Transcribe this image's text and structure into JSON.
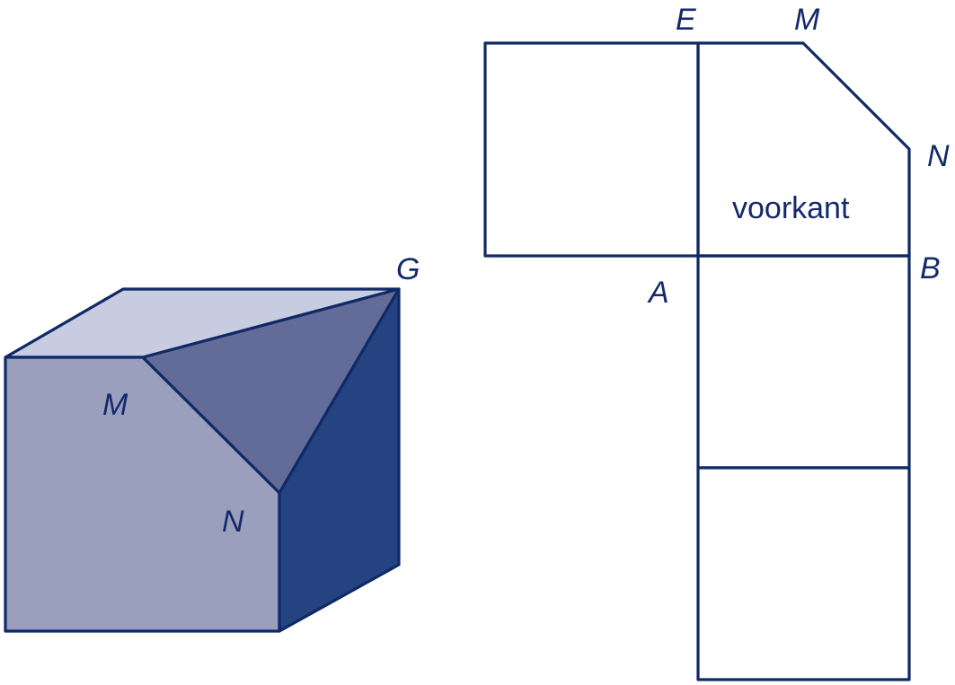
{
  "colors": {
    "line": "#0f2a66",
    "text": "#14296b",
    "top_face": "#c8cce0",
    "front_face": "#9a9fbe",
    "cut_face": "#636b98",
    "side_face": "#254381"
  },
  "solid": {
    "labels": {
      "G": "G",
      "M": "M",
      "N": "N"
    }
  },
  "net": {
    "labels": {
      "E": "E",
      "M": "M",
      "N": "N",
      "A": "A",
      "B": "B"
    },
    "face_label": "voorkant"
  }
}
